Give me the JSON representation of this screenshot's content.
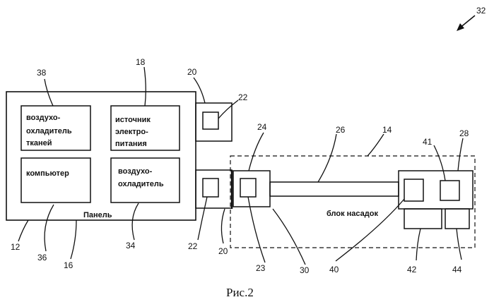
{
  "figure": {
    "caption": "Рис.2",
    "reference_labels": {
      "l32": "32",
      "l38": "38",
      "l18": "18",
      "l20a": "20",
      "l22a": "22",
      "l24": "24",
      "l26": "26",
      "l14": "14",
      "l41": "41",
      "l28": "28",
      "l12": "12",
      "l36": "36",
      "l16": "16",
      "l34": "34",
      "l22b": "22",
      "l20b": "20",
      "l23": "23",
      "l30": "30",
      "l40": "40",
      "l42": "42",
      "l44": "44"
    },
    "blocks": {
      "tissue_cooler": [
        "воздухо-",
        "охладитель",
        "тканей"
      ],
      "power_supply": [
        "источник",
        "электро-",
        "питания"
      ],
      "computer": [
        "компьютер"
      ],
      "air_cooler": [
        "воздухо-",
        "охладитель"
      ],
      "panel_label": "Панель",
      "nozzle_unit_label": "блок насадок"
    }
  }
}
